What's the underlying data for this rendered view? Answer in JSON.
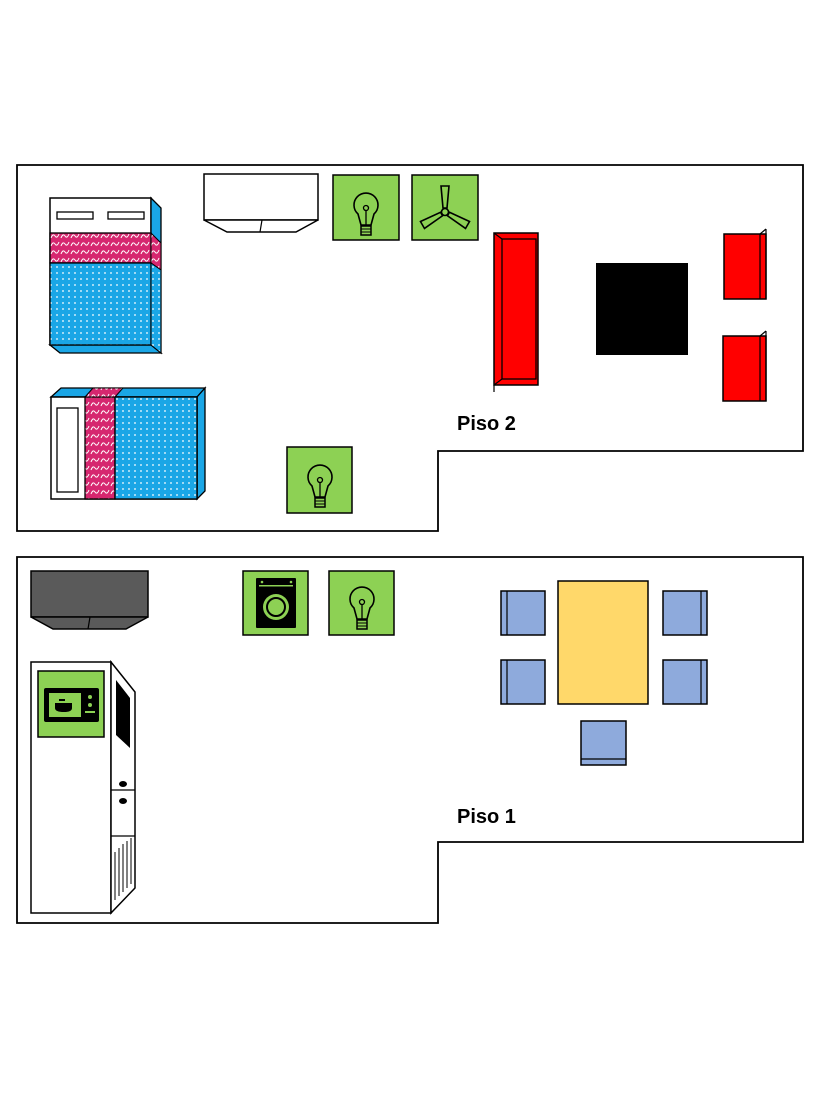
{
  "floors": [
    {
      "label": "Piso 2",
      "items": [
        "double-bed",
        "single-bed",
        "air-conditioner",
        "light-bulb",
        "ceiling-fan",
        "light-bulb",
        "sofa",
        "coffee-table",
        "armchair",
        "armchair"
      ]
    },
    {
      "label": "Piso 1",
      "items": [
        "air-conditioner",
        "washing-machine",
        "light-bulb",
        "microwave",
        "refrigerator",
        "dining-table",
        "dining-chair",
        "dining-chair",
        "dining-chair",
        "dining-chair",
        "dining-chair"
      ]
    }
  ],
  "colors": {
    "appliance_green": "#8dd154",
    "sofa_red": "#ff0000",
    "coffee_table": "#000000",
    "bed_blue": "#1aa6e6",
    "bed_pink": "#d6276f",
    "ac_dark": "#5a5a5a",
    "dining_table": "#ffd86a",
    "chair_blue": "#8eaadc"
  }
}
